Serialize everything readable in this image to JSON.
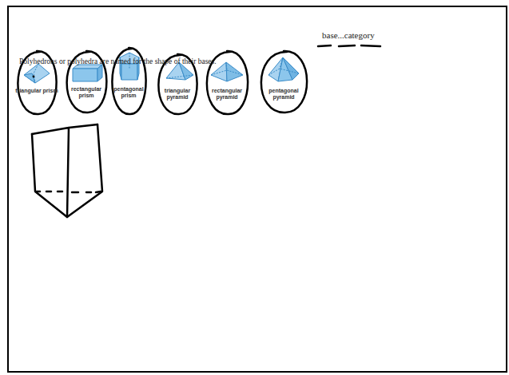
{
  "diagram": {
    "nodes": [
      {
        "text": [
          "triangular prism"
        ]
      },
      {
        "text": [
          "rectangular prism"
        ]
      },
      {
        "text": [
          "pentagonal prism"
        ]
      },
      {
        "text": [
          "triangular pyramid"
        ]
      },
      {
        "text": [
          "rectangular pyramid"
        ]
      },
      {
        "text": [
          "pentagonal pyramid"
        ]
      }
    ],
    "labels": [
      "Polyhedrons or polyhedra are named for the shape of their bases.",
      "base...category"
    ]
  }
}
